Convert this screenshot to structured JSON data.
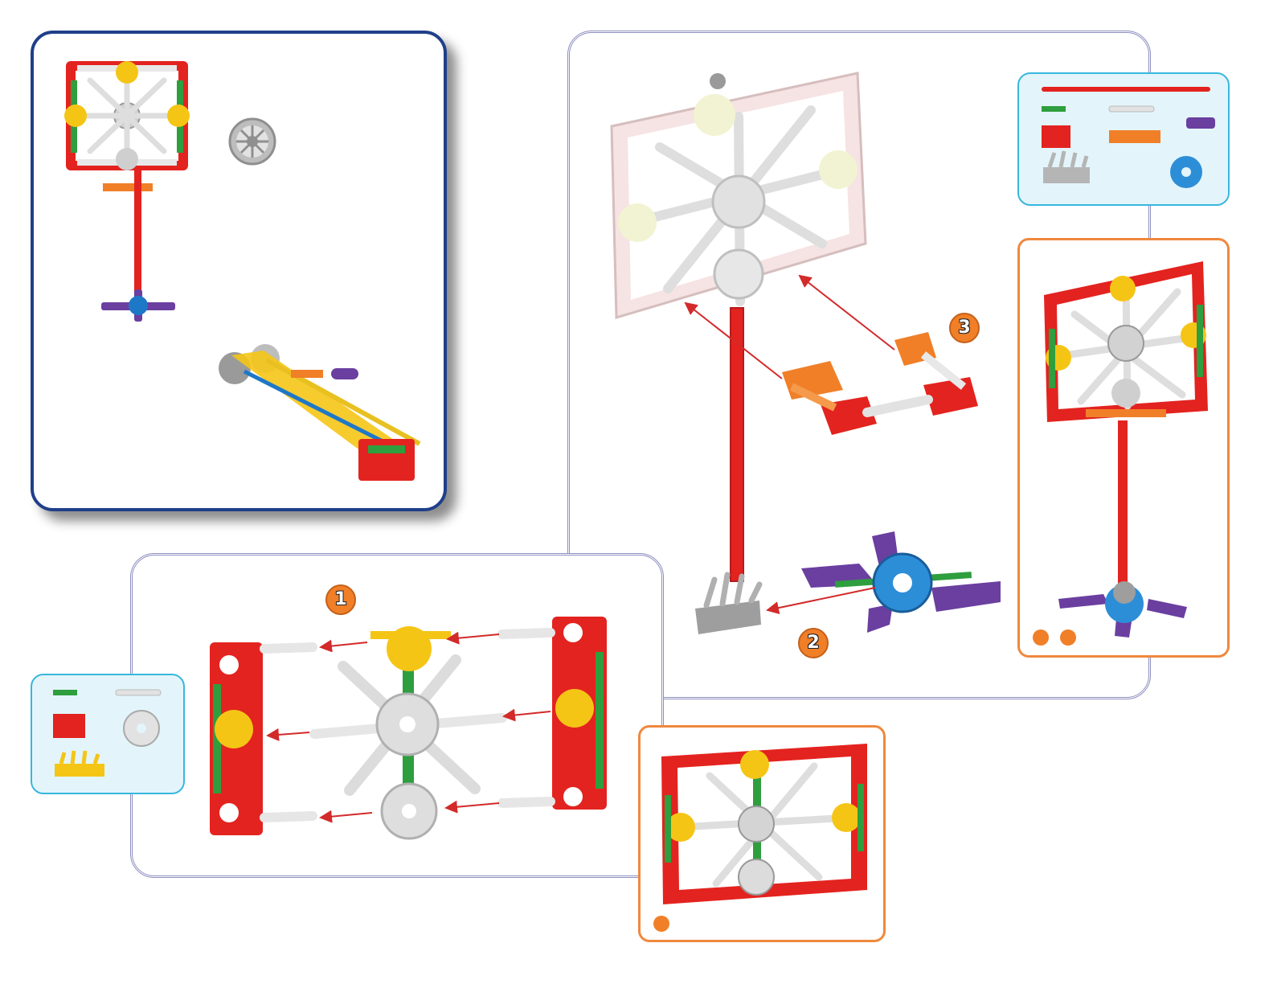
{
  "steps": {
    "one": {
      "number": "1"
    },
    "two": {
      "number": "2"
    },
    "three": {
      "number": "3"
    }
  },
  "colors": {
    "red": "#e3231f",
    "yellow": "#f5c516",
    "white_rod": "#e8e8e8",
    "grey": "#b5b5b5",
    "green": "#2e9e3e",
    "blue": "#1e78c8",
    "purple": "#6a3fa0",
    "orange": "#f07f28",
    "panel_border": "#8d8fbf",
    "preview_border": "#1f3f8a",
    "parts_bg": "#e3f5fb"
  },
  "icons": {
    "step_marker": "orange-circle-icon",
    "model_dot": "grey-circle-icon"
  }
}
